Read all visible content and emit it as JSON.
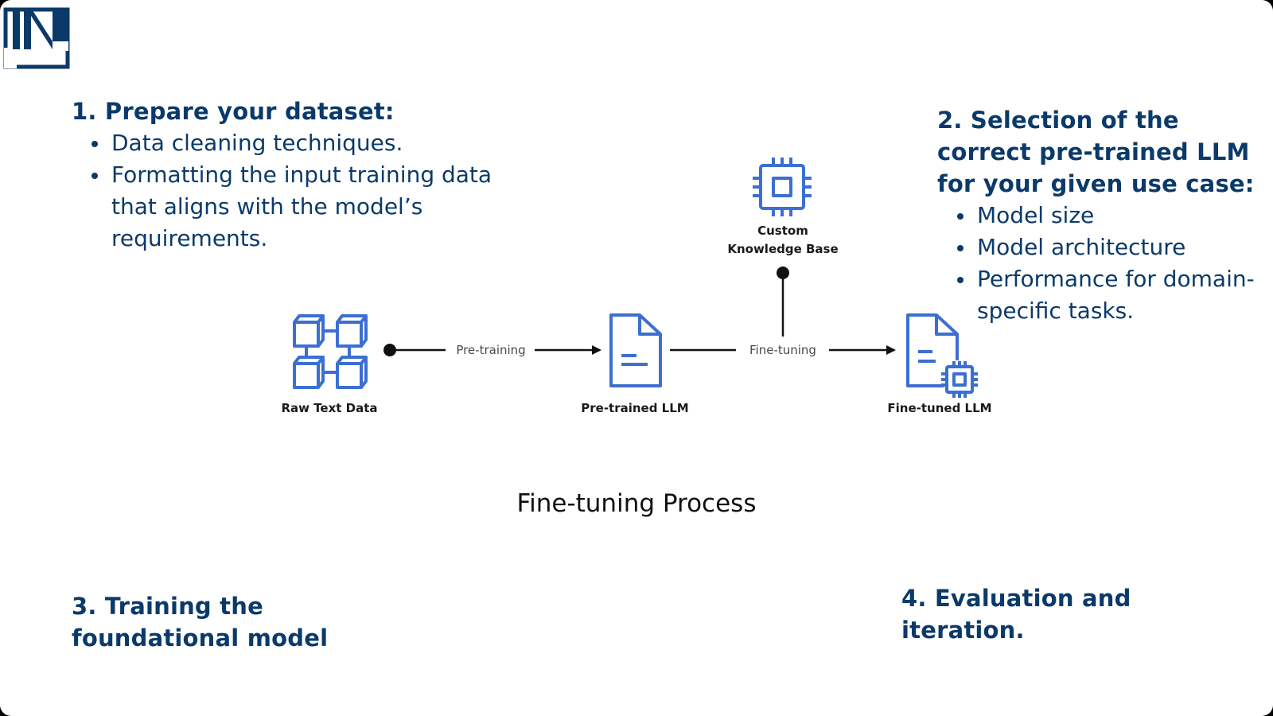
{
  "colors": {
    "heading": "#0b3a6a",
    "icon": "#3c6fd1",
    "line": "#111111"
  },
  "logo": {
    "icon": "linkedin-style-logo",
    "text": "IN"
  },
  "steps": [
    {
      "title": "1. Prepare your dataset:",
      "bullets": [
        "Data cleaning techniques.",
        "Formatting the input training data that aligns with the model’s requirements."
      ]
    },
    {
      "title": "2. Selection of the correct pre-trained LLM for your given use case:",
      "bullets": [
        "Model size",
        "Model architecture",
        "Performance for domain-specific tasks."
      ]
    },
    {
      "title": "3. Training the foundational model",
      "bullets": []
    },
    {
      "title": "4. Evaluation and iteration.",
      "bullets": []
    }
  ],
  "diagram": {
    "title": "Fine-tuning Process",
    "nodes": [
      {
        "label": "Raw Text Data",
        "icon": "cubes-network-icon"
      },
      {
        "label": "Pre-trained LLM",
        "icon": "document-icon"
      },
      {
        "label": "Fine-tuned LLM",
        "icon": "document-chip-icon"
      },
      {
        "label_line1": "Custom",
        "label_line2": "Knowledge Base",
        "icon": "chip-icon"
      }
    ],
    "edges": [
      {
        "label": "Pre-training"
      },
      {
        "label": "Fine-tuning"
      }
    ]
  }
}
